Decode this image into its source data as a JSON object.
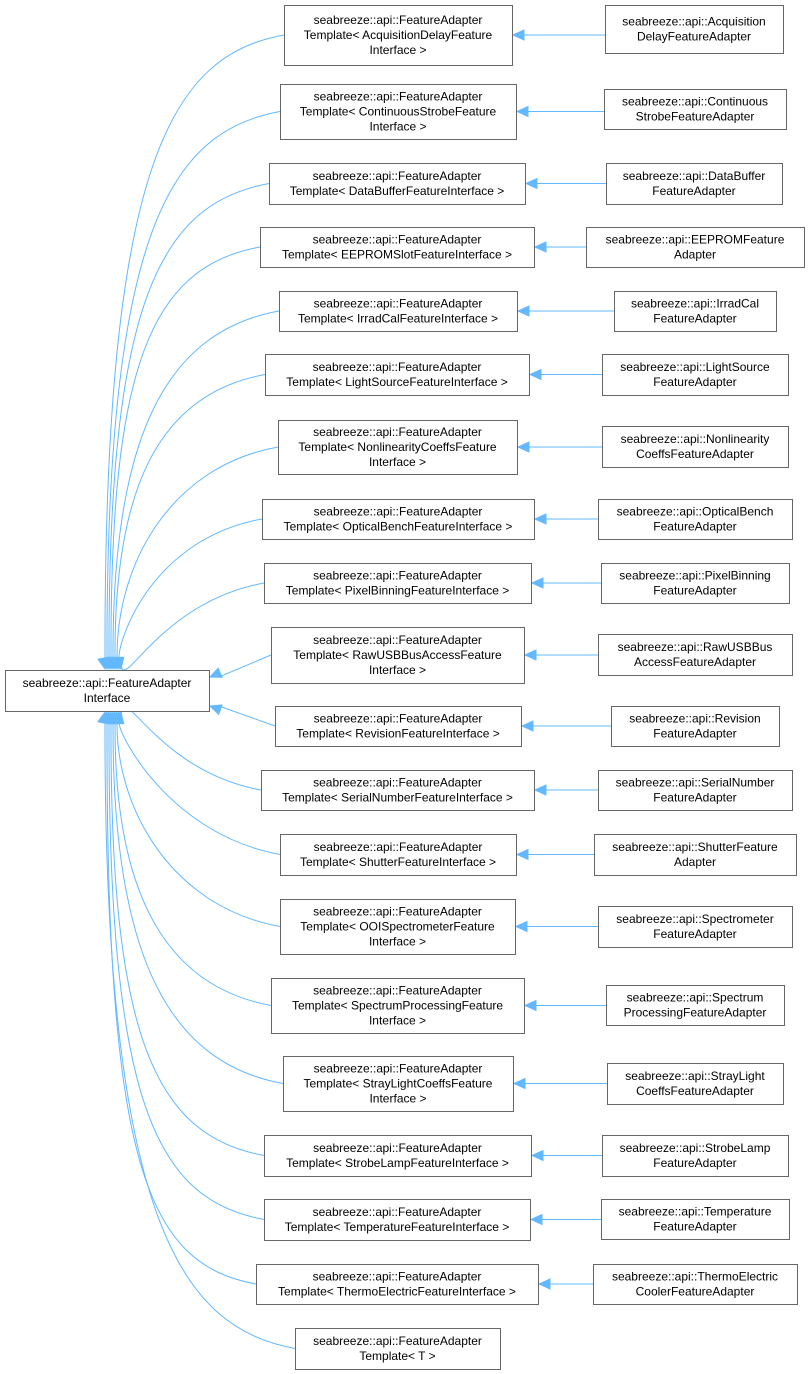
{
  "base_node": {
    "lines": [
      "seabreeze::api::FeatureAdapter",
      "Interface"
    ]
  },
  "rows": [
    {
      "template": [
        "seabreeze::api::FeatureAdapter",
        "Template< AcquisitionDelayFeature",
        "Interface >"
      ],
      "adapter": [
        "seabreeze::api::Acquisition",
        "DelayFeatureAdapter"
      ]
    },
    {
      "template": [
        "seabreeze::api::FeatureAdapter",
        "Template< ContinuousStrobeFeature",
        "Interface >"
      ],
      "adapter": [
        "seabreeze::api::Continuous",
        "StrobeFeatureAdapter"
      ]
    },
    {
      "template": [
        "seabreeze::api::FeatureAdapter",
        "Template< DataBufferFeatureInterface >"
      ],
      "adapter": [
        "seabreeze::api::DataBuffer",
        "FeatureAdapter"
      ]
    },
    {
      "template": [
        "seabreeze::api::FeatureAdapter",
        "Template< EEPROMSlotFeatureInterface >"
      ],
      "adapter": [
        "seabreeze::api::EEPROMFeature",
        "Adapter"
      ]
    },
    {
      "template": [
        "seabreeze::api::FeatureAdapter",
        "Template< IrradCalFeatureInterface >"
      ],
      "adapter": [
        "seabreeze::api::IrradCal",
        "FeatureAdapter"
      ]
    },
    {
      "template": [
        "seabreeze::api::FeatureAdapter",
        "Template< LightSourceFeatureInterface >"
      ],
      "adapter": [
        "seabreeze::api::LightSource",
        "FeatureAdapter"
      ]
    },
    {
      "template": [
        "seabreeze::api::FeatureAdapter",
        "Template< NonlinearityCoeffsFeature",
        "Interface >"
      ],
      "adapter": [
        "seabreeze::api::Nonlinearity",
        "CoeffsFeatureAdapter"
      ]
    },
    {
      "template": [
        "seabreeze::api::FeatureAdapter",
        "Template< OpticalBenchFeatureInterface >"
      ],
      "adapter": [
        "seabreeze::api::OpticalBench",
        "FeatureAdapter"
      ]
    },
    {
      "template": [
        "seabreeze::api::FeatureAdapter",
        "Template< PixelBinningFeatureInterface >"
      ],
      "adapter": [
        "seabreeze::api::PixelBinning",
        "FeatureAdapter"
      ]
    },
    {
      "template": [
        "seabreeze::api::FeatureAdapter",
        "Template< RawUSBBusAccessFeature",
        "Interface >"
      ],
      "adapter": [
        "seabreeze::api::RawUSBBus",
        "AccessFeatureAdapter"
      ]
    },
    {
      "template": [
        "seabreeze::api::FeatureAdapter",
        "Template< RevisionFeatureInterface >"
      ],
      "adapter": [
        "seabreeze::api::Revision",
        "FeatureAdapter"
      ]
    },
    {
      "template": [
        "seabreeze::api::FeatureAdapter",
        "Template< SerialNumberFeatureInterface >"
      ],
      "adapter": [
        "seabreeze::api::SerialNumber",
        "FeatureAdapter"
      ]
    },
    {
      "template": [
        "seabreeze::api::FeatureAdapter",
        "Template< ShutterFeatureInterface >"
      ],
      "adapter": [
        "seabreeze::api::ShutterFeature",
        "Adapter"
      ]
    },
    {
      "template": [
        "seabreeze::api::FeatureAdapter",
        "Template< OOISpectrometerFeature",
        "Interface >"
      ],
      "adapter": [
        "seabreeze::api::Spectrometer",
        "FeatureAdapter"
      ]
    },
    {
      "template": [
        "seabreeze::api::FeatureAdapter",
        "Template< SpectrumProcessingFeature",
        "Interface >"
      ],
      "adapter": [
        "seabreeze::api::Spectrum",
        "ProcessingFeatureAdapter"
      ]
    },
    {
      "template": [
        "seabreeze::api::FeatureAdapter",
        "Template< StrayLightCoeffsFeature",
        "Interface >"
      ],
      "adapter": [
        "seabreeze::api::StrayLight",
        "CoeffsFeatureAdapter"
      ]
    },
    {
      "template": [
        "seabreeze::api::FeatureAdapter",
        "Template< StrobeLampFeatureInterface >"
      ],
      "adapter": [
        "seabreeze::api::StrobeLamp",
        "FeatureAdapter"
      ]
    },
    {
      "template": [
        "seabreeze::api::FeatureAdapter",
        "Template< TemperatureFeatureInterface >"
      ],
      "adapter": [
        "seabreeze::api::Temperature",
        "FeatureAdapter"
      ]
    },
    {
      "template": [
        "seabreeze::api::FeatureAdapter",
        "Template< ThermoElectricFeatureInterface >"
      ],
      "adapter": [
        "seabreeze::api::ThermoElectric",
        "CoolerFeatureAdapter"
      ]
    },
    {
      "template": [
        "seabreeze::api::FeatureAdapter",
        "Template< T >"
      ],
      "adapter": null
    }
  ],
  "colors": {
    "edge": "#63b8ff",
    "node_border": "#666666",
    "text": "#000000",
    "background": "#ffffff"
  }
}
